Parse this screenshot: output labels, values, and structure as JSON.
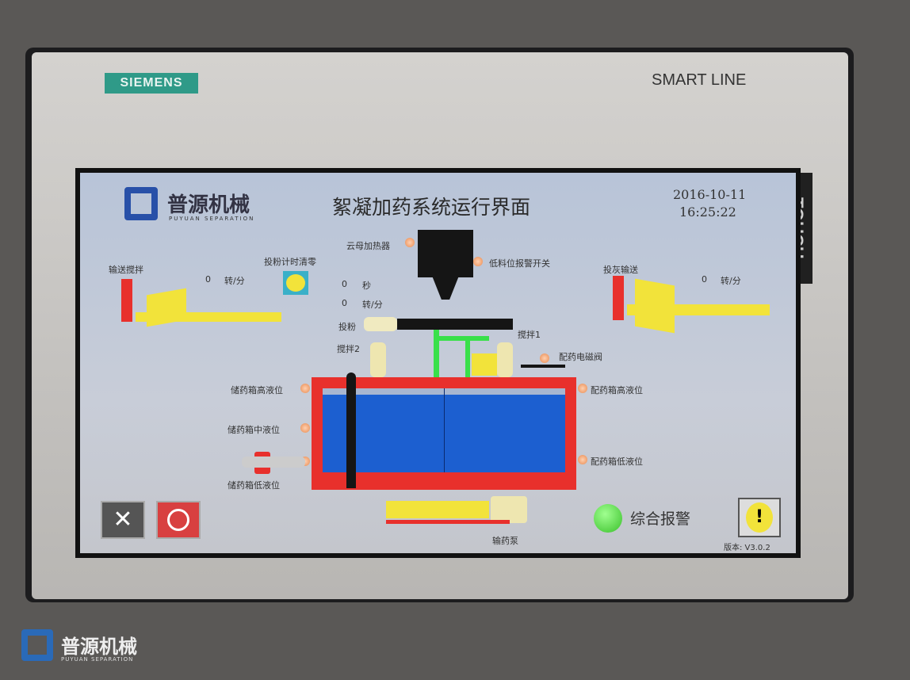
{
  "device": {
    "brand": "SIEMENS",
    "model": "SMART LINE",
    "touch": "TOUCH"
  },
  "header": {
    "logo_cn": "普源机械",
    "logo_en": "PUYUAN SEPARATION",
    "title": "絮凝加药系统运行界面",
    "date": "2016-10-11",
    "time": "16:25:22"
  },
  "left_conveyor": {
    "label": "输送搅拌",
    "value": "0",
    "unit": "转/分"
  },
  "reset": {
    "label": "投粉计时清零"
  },
  "timer": {
    "value": "0",
    "unit": "秒"
  },
  "feed_speed": {
    "value": "0",
    "unit": "转/分"
  },
  "heater": {
    "label": "云母加热器"
  },
  "low_alarm": {
    "label": "低料位报警开关"
  },
  "right_conveyor": {
    "label": "投灰输送",
    "value": "0",
    "unit": "转/分"
  },
  "feed": {
    "label": "投粉"
  },
  "mixer1": {
    "label": "搅拌1"
  },
  "mixer2": {
    "label": "搅拌2"
  },
  "valve": {
    "label": "配药电磁阀"
  },
  "levels": {
    "store_high": "储药箱高液位",
    "store_mid": "储药箱中液位",
    "store_low": "储药箱低液位",
    "mix_high": "配药箱高液位",
    "mix_low": "配药箱低液位"
  },
  "pump": {
    "label": "输药泵"
  },
  "alarm": {
    "label": "综合报警",
    "status_color": "#39e04a"
  },
  "version": "版本: V3.0.2",
  "colors": {
    "tank": "#e8302c",
    "liquid": "#1c5fd0",
    "conveyor": "#f2e33a",
    "pipe": "#39e04a"
  },
  "watermark": {
    "cn": "普源机械",
    "en": "PUYUAN SEPARATION"
  }
}
